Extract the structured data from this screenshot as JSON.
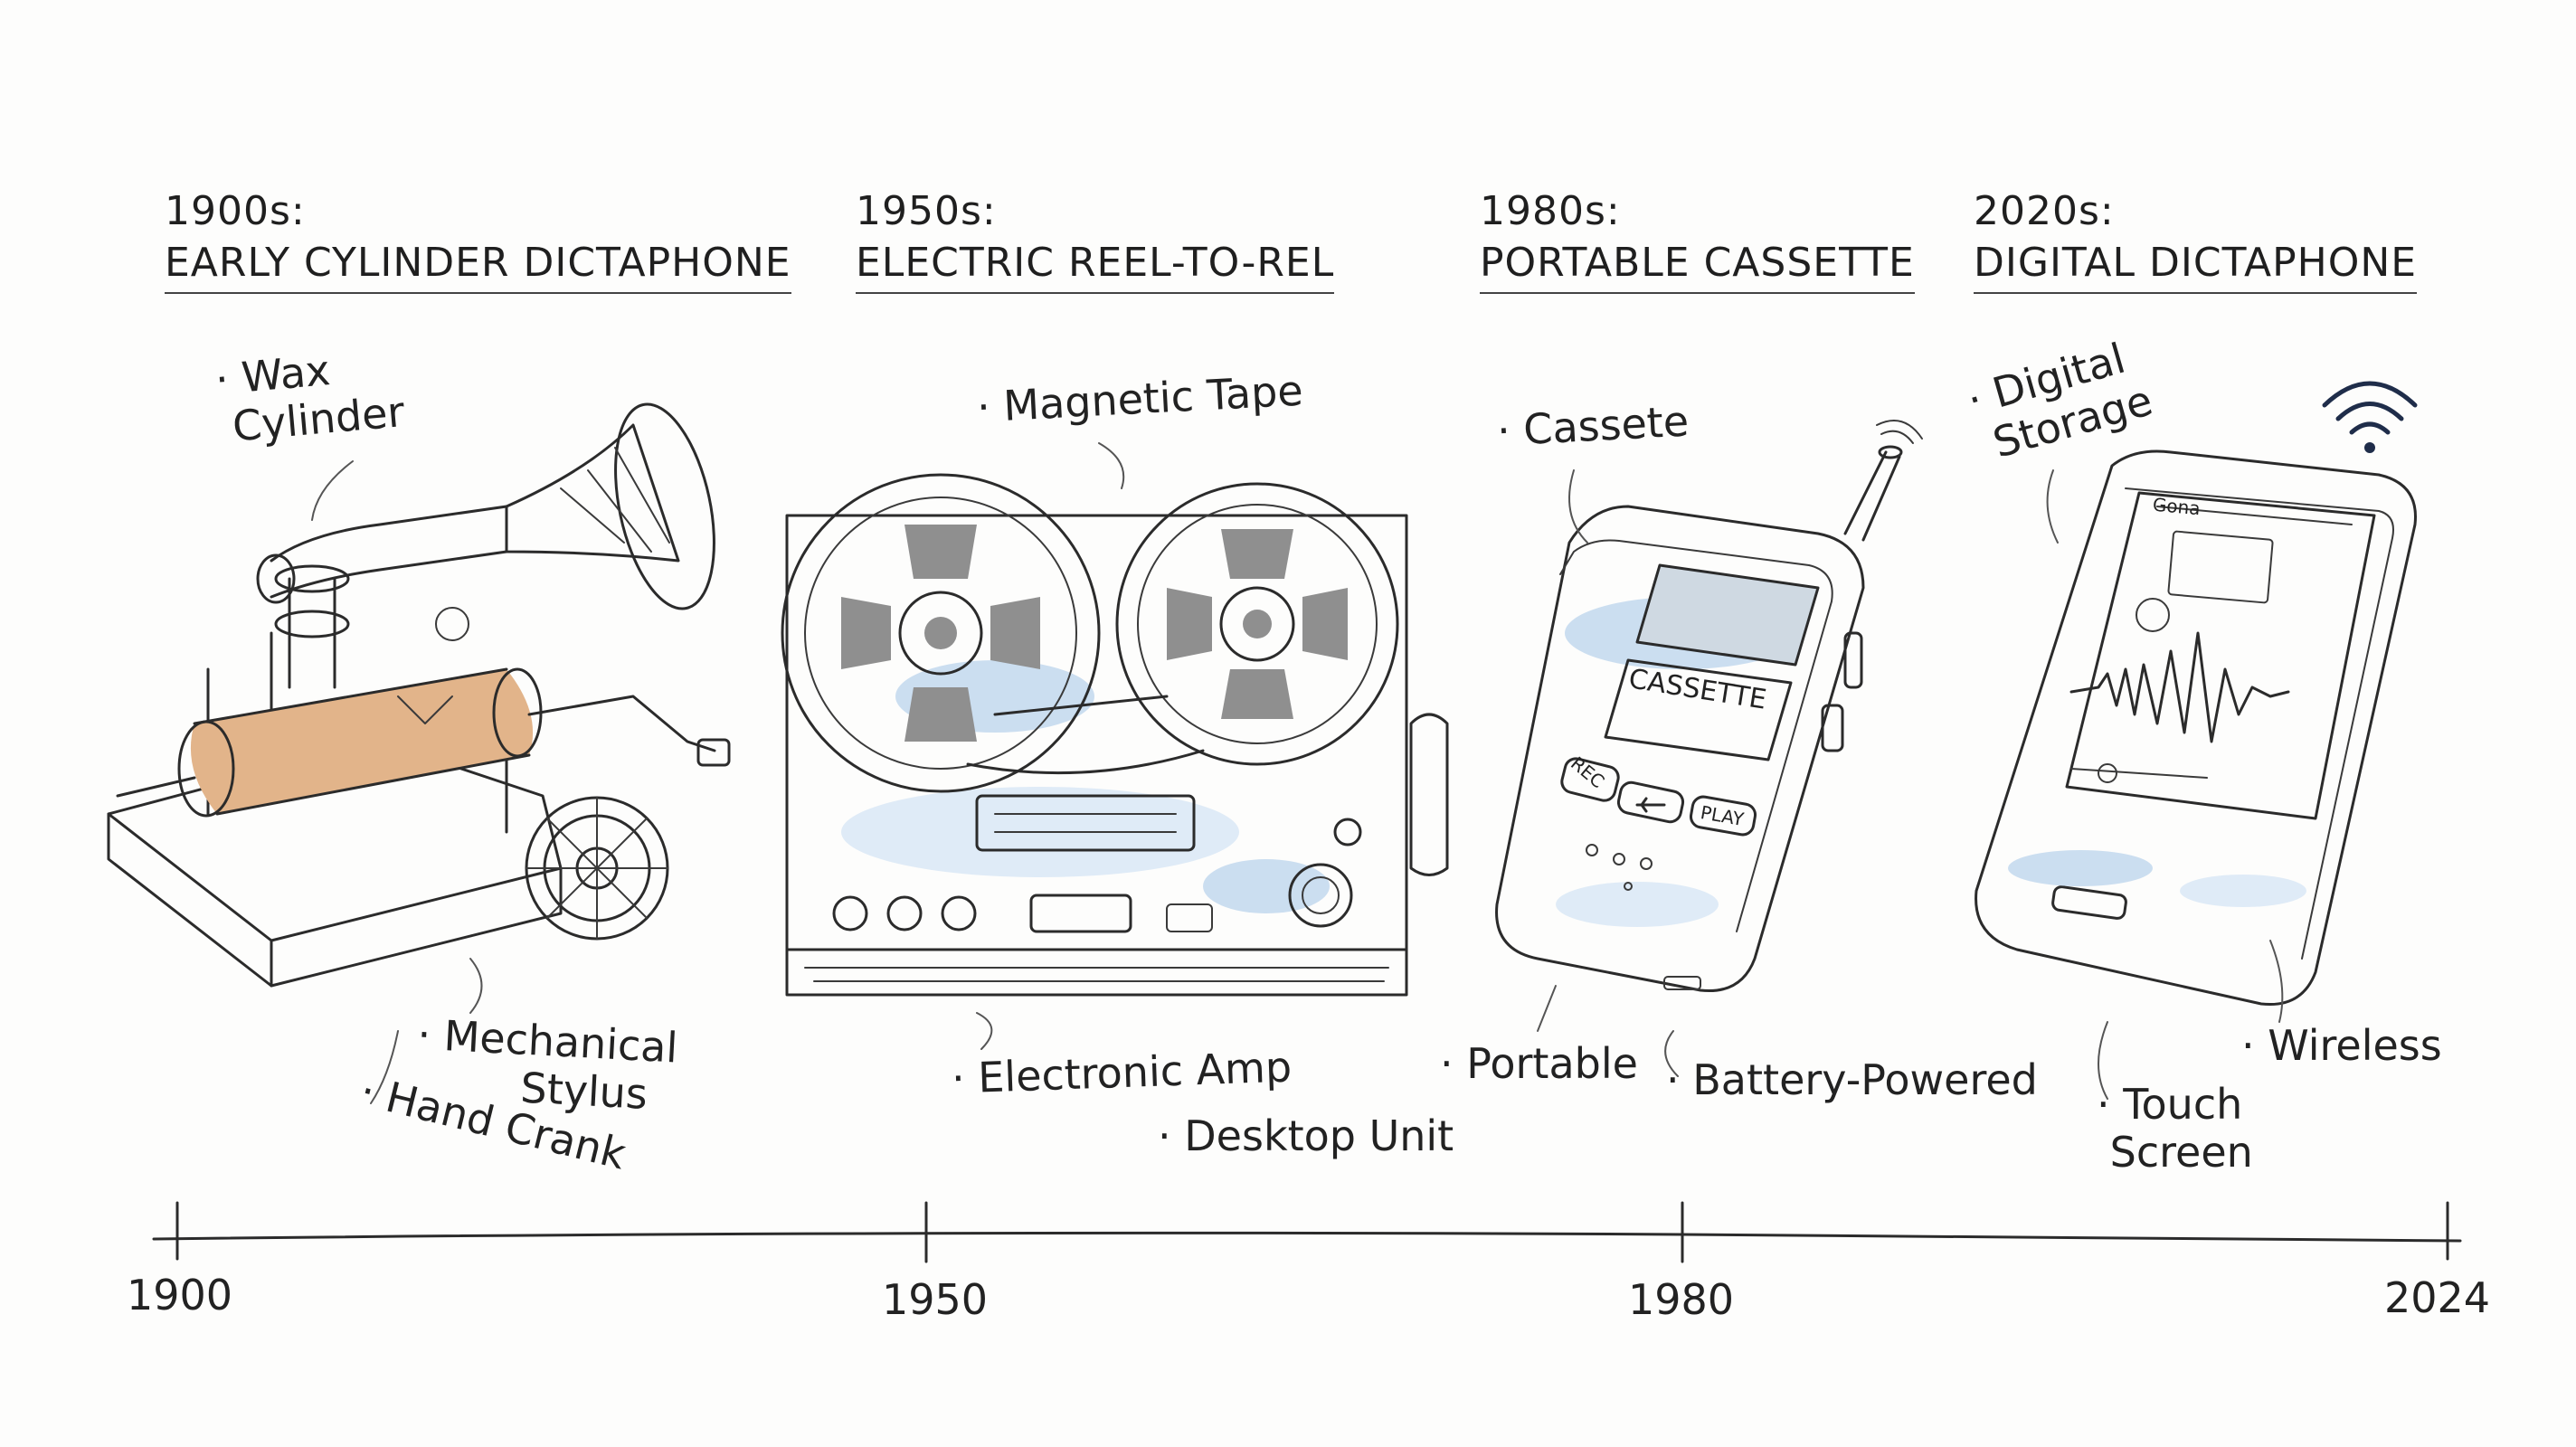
{
  "eras": [
    {
      "era": "1900s:",
      "name": "EARLY CYLINDER DICTAPHONE"
    },
    {
      "era": "1950s:",
      "name": "ELECTRIC REEL-TO-REL"
    },
    {
      "era": "1980s:",
      "name": "PORTABLE CASSETTE"
    },
    {
      "era": "2020s:",
      "name": "DIGITAL DICTAPHONE"
    }
  ],
  "labels": {
    "wax_cylinder": "Wax\n Cylinder",
    "mechanical_stylus": "Mechanical\n        Stylus",
    "hand_crank": "Hand Crank",
    "magnetic_tape": "Magnetic Tape",
    "electronic_amp": "Electronic Amp",
    "desktop_unit": "Desktop Unit",
    "cassete": "Cassete",
    "portable": "Portable",
    "battery_powered": "Battery-Powered",
    "digital_storage": "Digital\n Storage",
    "touch_screen": "Touch\n Screen",
    "wireless": "Wireless"
  },
  "device_text": {
    "cassette_window": "CASSETTE",
    "rec": "REC",
    "play": "PLAY",
    "phone_status": "Gona"
  },
  "timeline": {
    "ticks": [
      "1900",
      "1950",
      "1980",
      "2024"
    ]
  },
  "colors": {
    "ink": "#2b2b2b",
    "accent_blue": "#b9d3ec",
    "cylinder_brass": "#e2b48a"
  }
}
